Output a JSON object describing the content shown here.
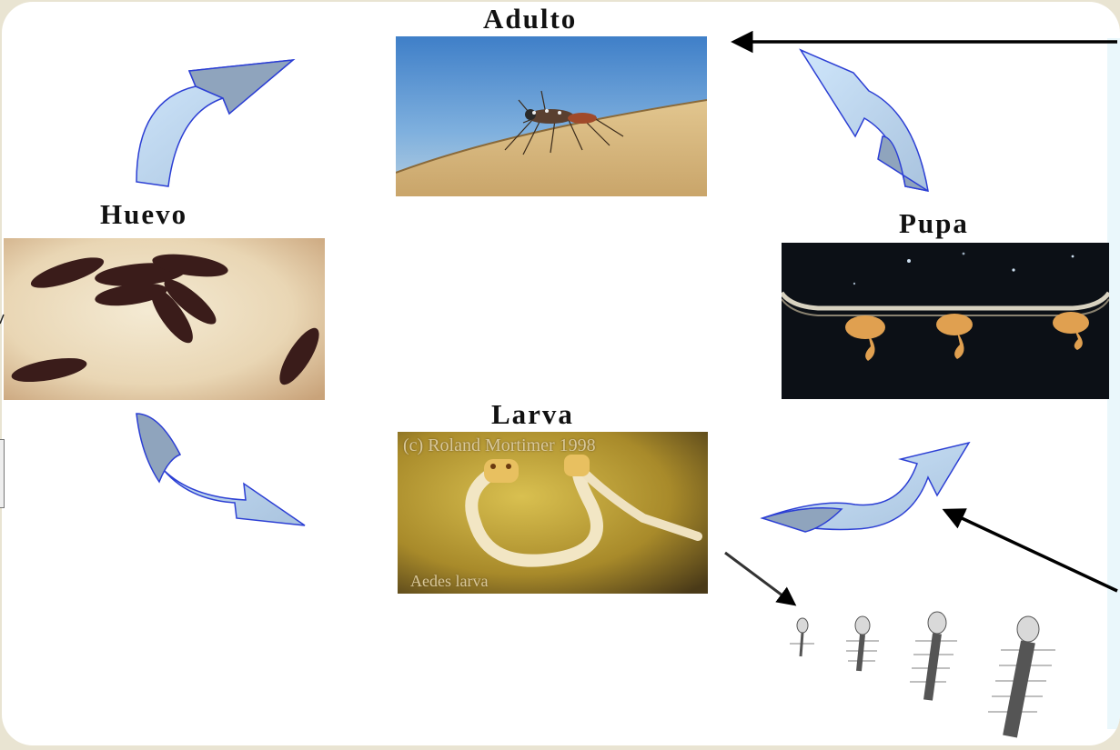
{
  "stages": {
    "adulto": "Adulto",
    "huevo": "Huevo",
    "pupa": "Pupa",
    "larva": "Larva"
  },
  "larva_photo": {
    "copyright": "(c) Roland Mortimer 1998",
    "caption": "Aedes larva"
  },
  "colors": {
    "arrow_fill_light": "#cfe6fb",
    "arrow_fill_dark": "#8fa4bd",
    "arrow_stroke": "#2c3fd4",
    "frame_background": "#e9e4d2"
  }
}
